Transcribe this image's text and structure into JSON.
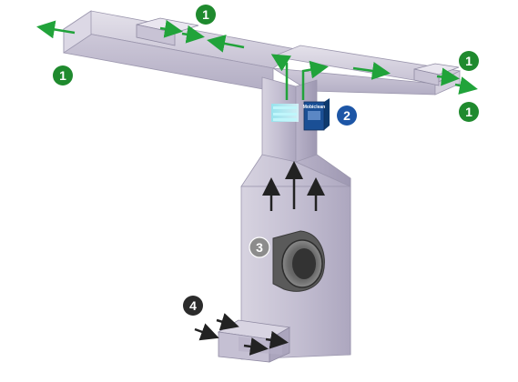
{
  "badges": {
    "b1_top": "1",
    "b1_left": "1",
    "b1_right_top": "1",
    "b1_right_bottom": "1",
    "b2": "2",
    "b3": "3",
    "b4": "4"
  },
  "device": {
    "brand": "Mobiclean"
  },
  "colors": {
    "supply_badge": "#1f8a2e",
    "device_badge": "#1d56a6",
    "fan_badge": "#8c8c8c",
    "intake_badge": "#2b2b2b",
    "arrow_green": "#21a33a",
    "duct_fill": "#c9c4d6",
    "duct_edge": "#8f8aa2"
  }
}
